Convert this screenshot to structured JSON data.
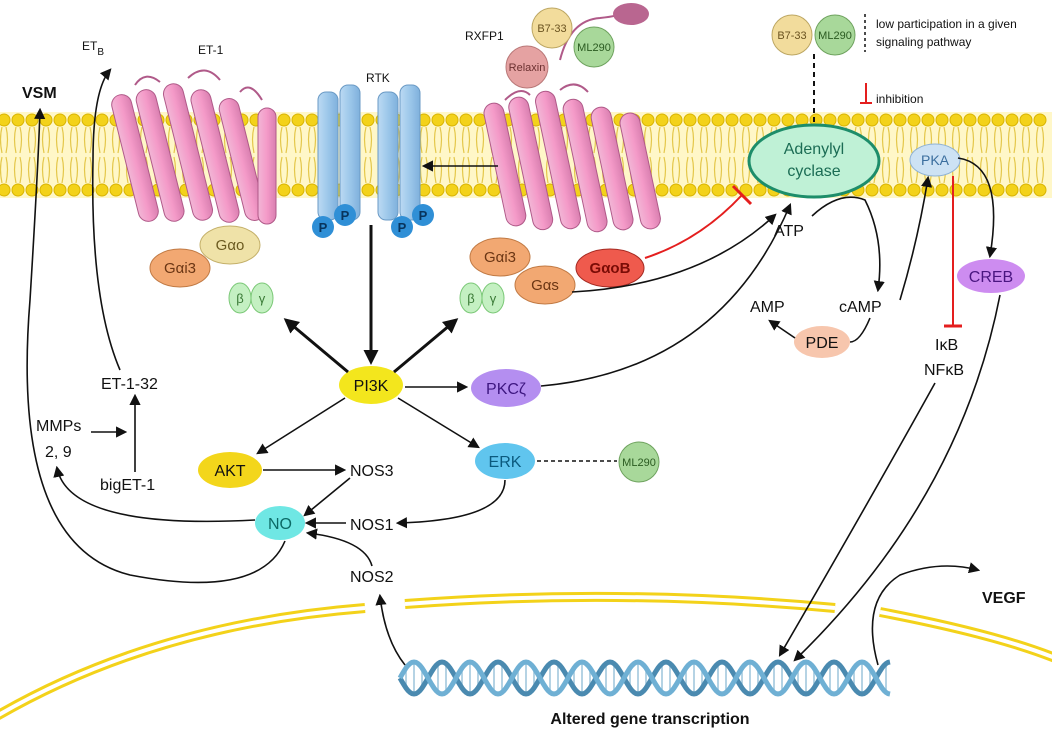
{
  "legend": {
    "low_participation": "low participation in a given signaling pathway",
    "low_participation_line2": "signaling pathway",
    "low_participation_line1": "low participation in a given",
    "inhibition": "inhibition",
    "b7_33": "B7-33",
    "ml290": "ML290"
  },
  "receptors": {
    "etb": "ET",
    "etb_sub": "B",
    "et1": "ET-1",
    "rtk": "RTK",
    "rxfp1": "RXFP1",
    "relaxin": "Relaxin",
    "b7_33": "B7-33",
    "ml290": "ML290",
    "p": "P"
  },
  "gproteins": {
    "gai3_left": "Gαi3",
    "gao": "Gαo",
    "beta": "β",
    "gamma": "γ",
    "gai3_right": "Gαi3",
    "gas": "Gαs",
    "gaob": "GαoB"
  },
  "nodes": {
    "vsm": "VSM",
    "adenylyl_line1": "Adenylyl",
    "adenylyl_line2": "cyclase",
    "atp": "ATP",
    "camp": "cAMP",
    "amp": "AMP",
    "pde": "PDE",
    "pka": "PKA",
    "creb": "CREB",
    "ikb": "IκB",
    "nfkb": "NFκB",
    "pi3k": "PI3K",
    "pkcz": "PKCζ",
    "akt": "AKT",
    "erk": "ERK",
    "ml290_erk": "ML290",
    "nos3": "NOS3",
    "nos1": "NOS1",
    "nos2": "NOS2",
    "no": "NO",
    "et1_32": "ET-1-32",
    "mmps": "MMPs",
    "mmps_sub": "2, 9",
    "bigET1": "bigET-1",
    "vegf": "VEGF",
    "transcription": "Altered gene transcription"
  },
  "colors": {
    "membrane_yellow": "#f3d21a",
    "helix_pink": "#f49ac8",
    "rtk_blue": "#9cc7ea",
    "phospho_blue": "#2f8fd6",
    "gai3_orange": "#f2a872",
    "gao_tan": "#efe2a8",
    "gaob_red": "#ef5a4d",
    "beta_gamma_green": "#c4f0c2",
    "adenylyl_green": "#bff1d6",
    "pi3k_yellow": "#f3e61d",
    "akt_yellow": "#f3d61b",
    "pkcz_purple": "#b48ef0",
    "erk_blue": "#60c5ee",
    "no_cyan": "#6fe7e4",
    "pka_blue": "#cde2f4",
    "creb_purple": "#cd8cf0",
    "pde_peach": "#f7c6ad",
    "ml290_green": "#a8d89a",
    "b733_tan": "#f2dc9c",
    "relaxin_pink": "#e5a2a2",
    "dna_blue": "#5d9fc4",
    "inhibition_red": "#e41e1e"
  }
}
